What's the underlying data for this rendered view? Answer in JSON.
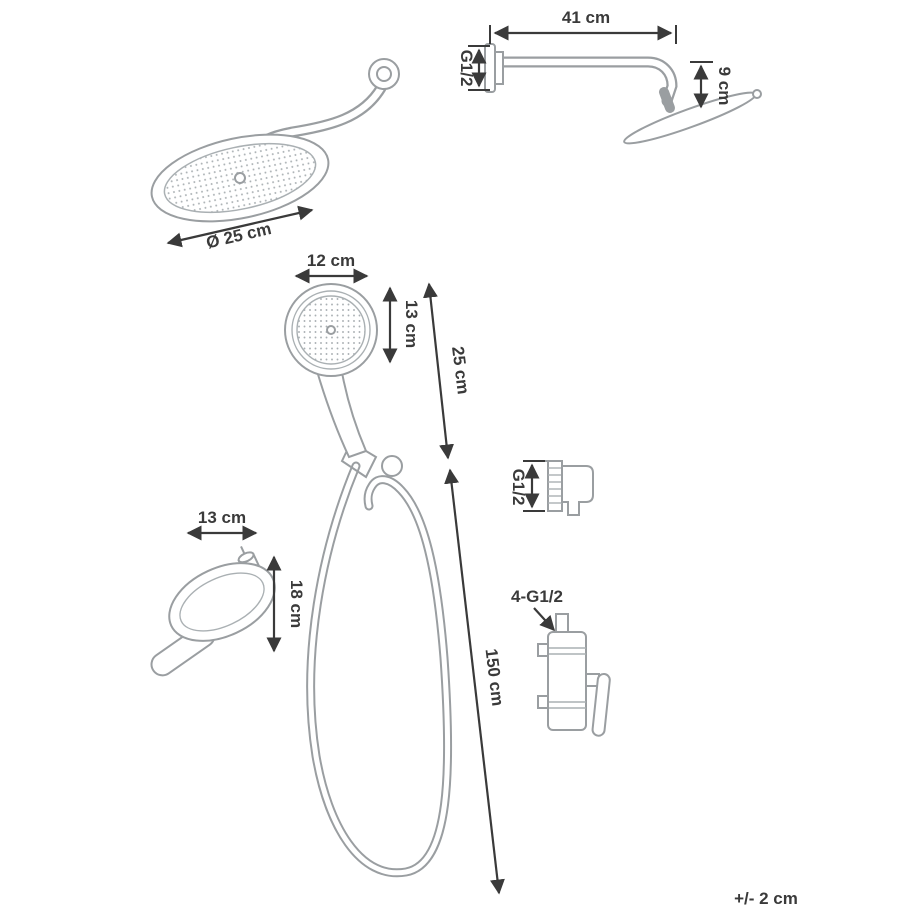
{
  "labels": {
    "head_diameter": "Ø 25 cm",
    "arm_length": "41 cm",
    "arm_thread": "G1/2",
    "head_drop": "9 cm",
    "hand_width": "12 cm",
    "hand_height": "13 cm",
    "holder_distance": "25 cm",
    "hose_length": "150 cm",
    "mixer_width": "13 cm",
    "mixer_height": "18 cm",
    "outlet_thread": "G1/2",
    "valve_thread": "4-G1/2",
    "tolerance": "+/- 2 cm"
  },
  "colors": {
    "background": "#ffffff",
    "product_lines": "#9a9ea1",
    "dimension_lines": "#3a3a3a",
    "text": "#3a3a3a"
  }
}
